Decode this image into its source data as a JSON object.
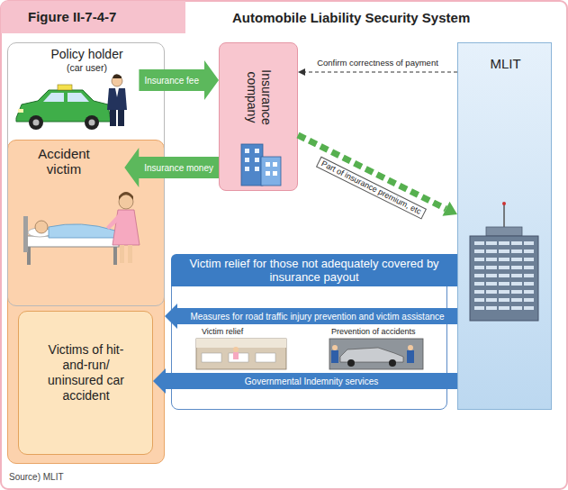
{
  "diagram": {
    "title": "Automobile Liability Security System",
    "caption": "Source) MLIT",
    "nodes": [
      {
        "text": [
          "Policy holder",
          "(car user)"
        ]
      },
      {
        "text": [
          "Insurance company"
        ]
      },
      {
        "text": [
          "MLIT"
        ]
      },
      {
        "text": [
          "Accident victim"
        ]
      },
      {
        "text": [
          "Victims of hit-and-run/ uninsured car accident"
        ],
        "in": 3
      },
      {
        "text": [
          "Victim relief for those not adequately covered by insurance payout"
        ]
      }
    ],
    "edges": [
      {
        "from": 0,
        "to": 1,
        "label": "Insurance fee",
        "arrow": "to"
      },
      {
        "from": 1,
        "to": 3,
        "label": "Insurance money",
        "arrow": "to"
      },
      {
        "from": 2,
        "to": 1,
        "label": "Confirm correctness of payment",
        "arrow": "to"
      },
      {
        "from": 1,
        "to": 2,
        "label": "Part of insurance premium, etc",
        "arrow": "to"
      },
      {
        "from": 2,
        "to": 3,
        "label": "Measures for road traffic injury prevention and victim assistance",
        "arrow": "to"
      },
      {
        "from": 2,
        "to": 4,
        "label": "Governmental Indemnity services",
        "arrow": "to"
      }
    ],
    "labels": [
      "Figure II-7-4-7",
      "Victim relief",
      "Prevention of accidents"
    ]
  }
}
